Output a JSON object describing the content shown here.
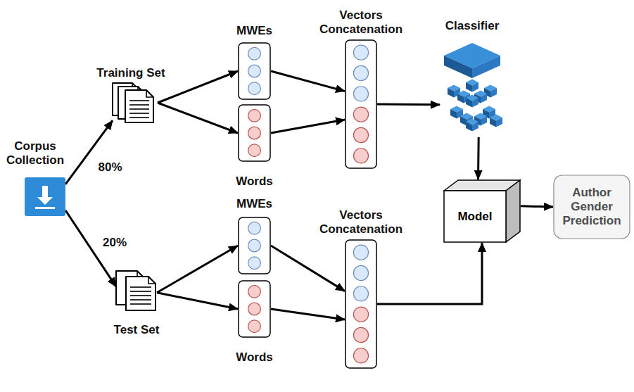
{
  "diagram": {
    "nodes": [
      {
        "text": [
          "Corpus Collection"
        ]
      },
      {
        "text": [
          "Training Set"
        ]
      },
      {
        "text": [
          "MWEs"
        ]
      },
      {
        "text": [
          "Words"
        ]
      },
      {
        "text": [
          "Vectors Concatenation"
        ]
      },
      {
        "text": [
          "Classifier"
        ]
      },
      {
        "text": [
          "Model"
        ]
      },
      {
        "text": [
          "Author Gender Prediction"
        ]
      },
      {
        "text": [
          "Test Set"
        ]
      },
      {
        "text": [
          "MWEs"
        ]
      },
      {
        "text": [
          "Words"
        ]
      },
      {
        "text": [
          "Vectors Concatenation"
        ]
      }
    ],
    "edges": [
      {
        "from": 0,
        "to": 1,
        "label": "80%",
        "arrow": "to"
      },
      {
        "from": 0,
        "to": 8,
        "label": "20%",
        "arrow": "to"
      },
      {
        "from": 1,
        "to": 2,
        "arrow": "to"
      },
      {
        "from": 1,
        "to": 3,
        "arrow": "to"
      },
      {
        "from": 2,
        "to": 4,
        "arrow": "to"
      },
      {
        "from": 3,
        "to": 4,
        "arrow": "to"
      },
      {
        "from": 4,
        "to": 5,
        "arrow": "to"
      },
      {
        "from": 5,
        "to": 6,
        "arrow": "to"
      },
      {
        "from": 6,
        "to": 7,
        "arrow": "to"
      },
      {
        "from": 8,
        "to": 9,
        "arrow": "to"
      },
      {
        "from": 8,
        "to": 10,
        "arrow": "to"
      },
      {
        "from": 9,
        "to": 11,
        "arrow": "to"
      },
      {
        "from": 10,
        "to": 11,
        "arrow": "to"
      },
      {
        "from": 11,
        "to": 6,
        "arrow": "to"
      }
    ]
  }
}
